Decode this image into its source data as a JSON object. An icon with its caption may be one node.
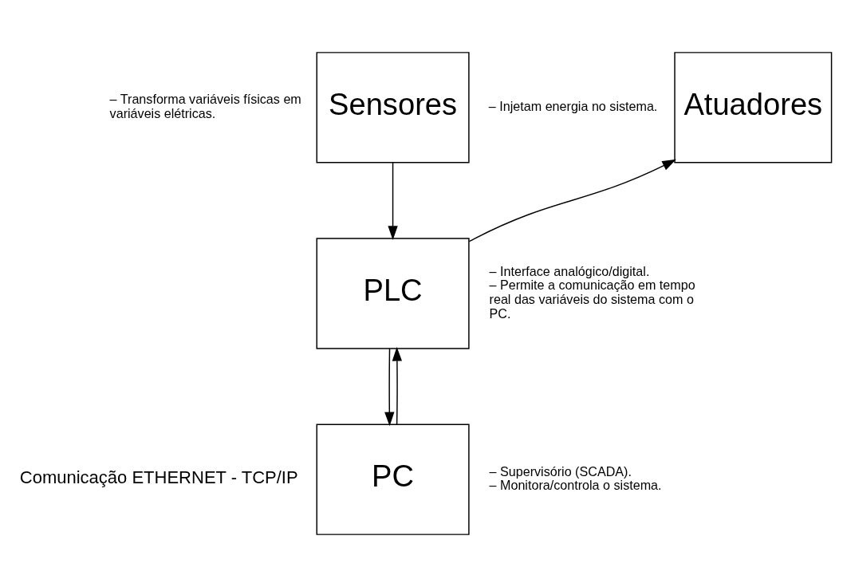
{
  "diagram": {
    "nodes": [
      {
        "text": [
          "Sensores"
        ],
        "beside": [
          "– Transforma variáveis físicas em variáveis elétricas."
        ]
      },
      {
        "text": [
          "Atuadores"
        ],
        "beside": [
          "– Injetam energia no sistema."
        ]
      },
      {
        "text": [
          "PLC"
        ],
        "beside": [
          "– Interface analógico/digital.",
          "– Permite a comunicação em tempo real das variáveis do sistema com o PC."
        ]
      },
      {
        "text": [
          "PC"
        ],
        "beside": [
          "– Supervisório (SCADA).",
          "– Monitora/controla o sistema."
        ]
      }
    ],
    "edges": [
      {
        "from": 0,
        "to": 2,
        "arrow": "to"
      },
      {
        "from": 2,
        "to": 1,
        "arrow": "to"
      },
      {
        "from": 3,
        "to": 2,
        "arrow": "to"
      },
      {
        "from": 2,
        "to": 3,
        "arrow": "to"
      }
    ],
    "labels": [
      "Comunicação ETHERNET - TCP/IP"
    ]
  }
}
